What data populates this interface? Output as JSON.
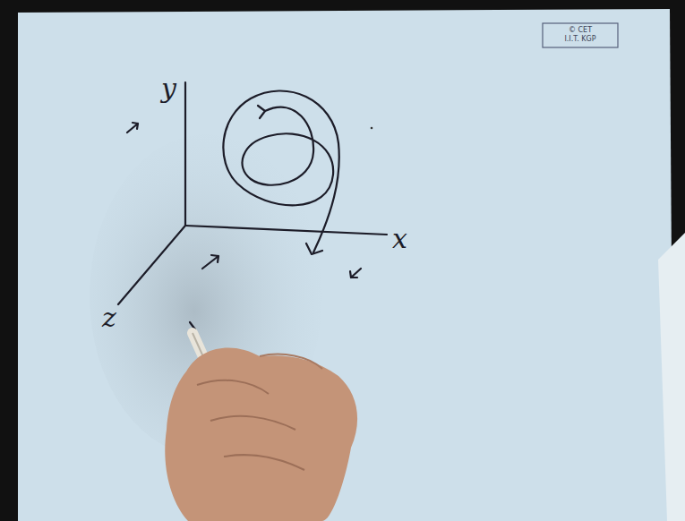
{
  "diagram": {
    "labels": [
      "y",
      "x",
      "z",
      "© CET",
      "I.I.T. KGP"
    ]
  }
}
